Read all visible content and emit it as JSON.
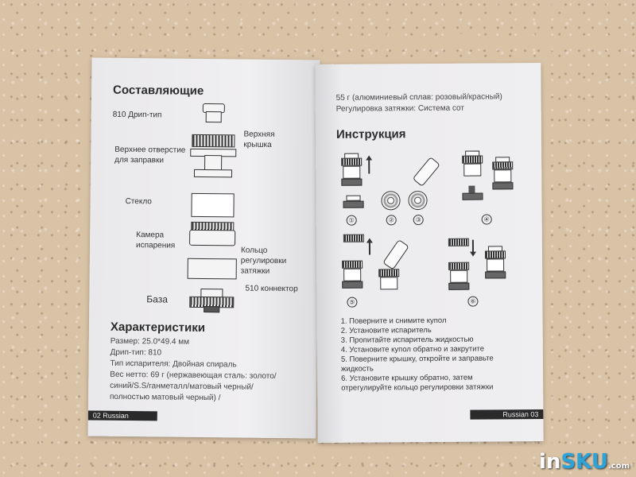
{
  "left_page": {
    "title": "Составляющие",
    "labels": {
      "drip_tip": "810 Дрип-тип",
      "top_cap_line1": "Верхняя",
      "top_cap_line2": "крышка",
      "fill_hole_line1": "Верхнее отверстие",
      "fill_hole_line2": "для заправки",
      "glass": "Стекло",
      "chamber_line1": "Камера",
      "chamber_line2": "испарения",
      "ring_line1": "Кольцо",
      "ring_line2": "регулировки",
      "ring_line3": "затяжки",
      "connector": "510 коннектор",
      "base": "База"
    },
    "specs_title": "Характеристики",
    "specs": [
      "Размер: 25.0*49.4 мм",
      "Дрип-тип: 810",
      "Тип испарителя: Двойная спираль",
      "Вес нетто: 69 г (нержавеющая сталь: золото/",
      "синий/S.S/ганметалл/матовый черный/",
      "полностью матовый черный) /"
    ],
    "footer": "02  Russian"
  },
  "right_page": {
    "top_lines": [
      "55 г (алюминиевый сплав: розовый/красный)",
      "Регулировка затяжки: Система сот"
    ],
    "title": "Инструкция",
    "step_numbers": [
      "①",
      "②",
      "③",
      "④",
      "⑤",
      "⑥"
    ],
    "steps": [
      "1. Поверните и снимите купол",
      "2. Установите испаритель",
      "3. Пропитайте испаритель жидкостью",
      "4. Установите купол обратно и закрутите",
      "5. Поверните крышку, откройте и заправьте",
      "жидкость",
      "6. Установите крышку обратно, затем",
      "отрегулируйте кольцо регулировки затяжки"
    ],
    "footer": "Russian 03"
  },
  "watermark": {
    "in": "in",
    "sku": "SKU",
    "com": ".com"
  },
  "colors": {
    "paper": "#eeedee",
    "ink": "#333333",
    "counter": "#d9c3a6",
    "brand": "#2ea3d9"
  }
}
